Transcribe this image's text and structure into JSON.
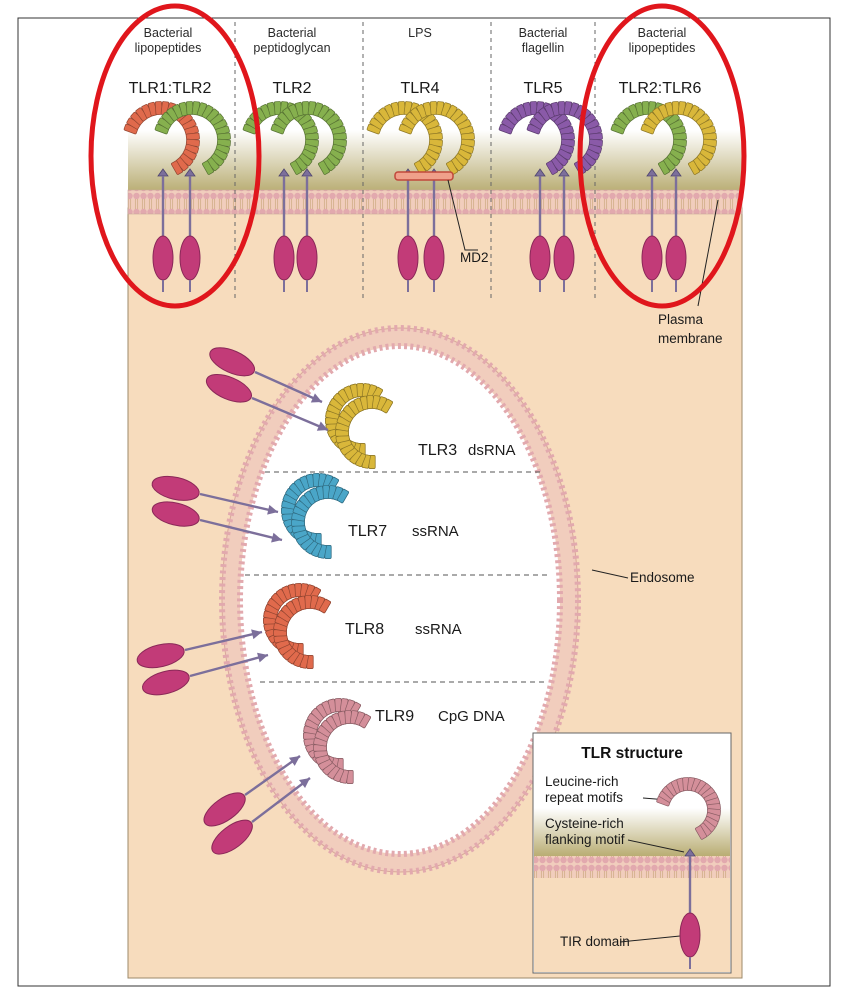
{
  "surface_receptors": [
    {
      "ligand": [
        "Bacterial",
        "lipopeptides"
      ],
      "receptor": "TLR1:TLR2",
      "highlighted": true
    },
    {
      "ligand": [
        "Bacterial",
        "peptidoglycan"
      ],
      "receptor": "TLR2",
      "highlighted": false
    },
    {
      "ligand": [
        "LPS"
      ],
      "receptor": "TLR4",
      "highlighted": false
    },
    {
      "ligand": [
        "Bacterial",
        "flagellin"
      ],
      "receptor": "TLR5",
      "highlighted": false
    },
    {
      "ligand": [
        "Bacterial",
        "lipopeptides"
      ],
      "receptor": "TLR2:TLR6",
      "highlighted": true
    }
  ],
  "md2_label": "MD2",
  "plasma_membrane_label": [
    "Plasma",
    "membrane"
  ],
  "endosome_label": "Endosome",
  "endosomal_receptors": [
    {
      "receptor": "TLR3",
      "ligand": "dsRNA"
    },
    {
      "receptor": "TLR7",
      "ligand": "ssRNA"
    },
    {
      "receptor": "TLR8",
      "ligand": "ssRNA"
    },
    {
      "receptor": "TLR9",
      "ligand": "CpG DNA"
    }
  ],
  "structure_box": {
    "title": "TLR structure",
    "lrr_label": [
      "Leucine-rich",
      "repeat motifs"
    ],
    "cys_label": [
      "Cysteine-rich",
      "flanking motif"
    ],
    "tir_label": "TIR domain"
  },
  "colors": {
    "highlight": "#e0161c",
    "cytoplasm": "#f7dcbd",
    "membrane_head": "#e4b1b5",
    "membrane_band": "#bfb27e",
    "tir_domain": "#c23b78",
    "connector": "#7c6f9b",
    "tlr1": "#e06a4c",
    "tlr2": "#86b04e",
    "tlr4": "#d9b73a",
    "tlr5": "#8a5aa8",
    "tlr6": "#d9b73a",
    "tlr3": "#d9b73a",
    "tlr7": "#4aa6c8",
    "tlr8": "#e06a4c",
    "tlr9": "#d48f9a"
  }
}
